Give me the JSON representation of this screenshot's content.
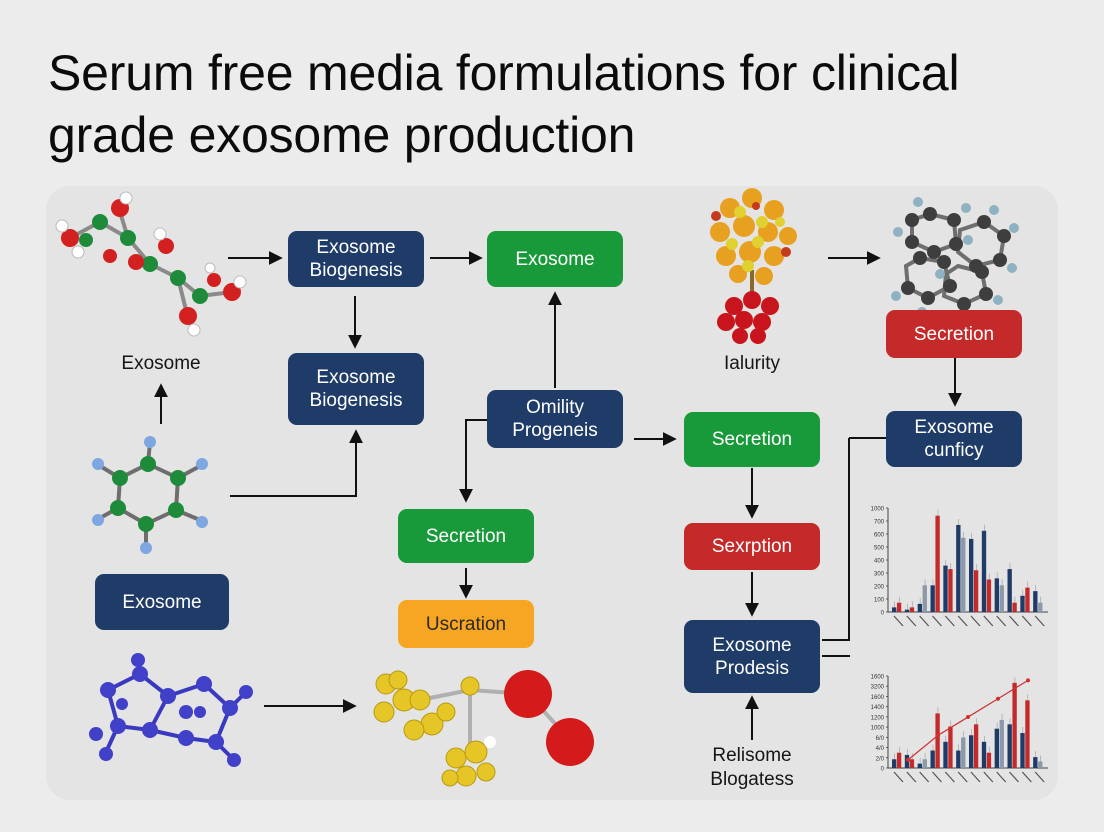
{
  "title": "Serum free media formulations for clinical grade exosome production",
  "boxes": {
    "biogenesis_top": "Exosome\nBiogenesis",
    "exosome_green": "Exosome",
    "biogenesis_mid": "Exosome\nBiogenesis",
    "omility": "Omility\nProgeneis",
    "secretion_left": "Secretion",
    "uscration": "Uscration",
    "secretion_mid": "Secretion",
    "sexrption": "Sexrption",
    "prodesis": "Exosome\nProdesis",
    "secretion_right": "Secretion",
    "cunficy": "Exosome\ncunficy",
    "exosome_navy": "Exosome"
  },
  "labels": {
    "exosome_left": "Exosome",
    "ialurity": "Ialurity",
    "relisome": "Relisome\nBlogatess"
  },
  "colors": {
    "navy": "#1f3b68",
    "green": "#199a3a",
    "red": "#c42a2a",
    "orange": "#f6a623"
  },
  "chart_data": [
    {
      "type": "bar",
      "yticks": [
        "0",
        "100",
        "200",
        "300",
        "400",
        "500",
        "600",
        "700",
        "1000"
      ],
      "series": [
        {
          "values": [
            0.4,
            0.2,
            0.7,
            2.3,
            4.0,
            7.5,
            6.3,
            7.0,
            2.9,
            3.7,
            1.4,
            1.8
          ]
        },
        {
          "values": [
            0.8,
            0.4,
            2.3,
            8.3,
            3.7,
            6.4,
            3.6,
            2.8,
            2.3,
            0.8,
            2.1,
            0.8
          ]
        }
      ]
    },
    {
      "type": "bar",
      "yticks": [
        "0",
        "2/0",
        "4/0",
        "6/0",
        "1000",
        "1200",
        "1400",
        "1600",
        "3200",
        "1600"
      ],
      "series": [
        {
          "values": [
            0.4,
            0.6,
            0.2,
            0.8,
            1.2,
            0.8,
            1.5,
            1.2,
            1.8,
            2.0,
            1.6,
            0.5
          ]
        },
        {
          "values": [
            0.7,
            0.4,
            0.4,
            2.5,
            1.9,
            1.4,
            2.0,
            0.7,
            2.2,
            3.9,
            3.1,
            0.3
          ]
        }
      ],
      "trend": [
        0.4,
        1.6,
        2.5,
        3.4,
        4.3
      ]
    }
  ]
}
